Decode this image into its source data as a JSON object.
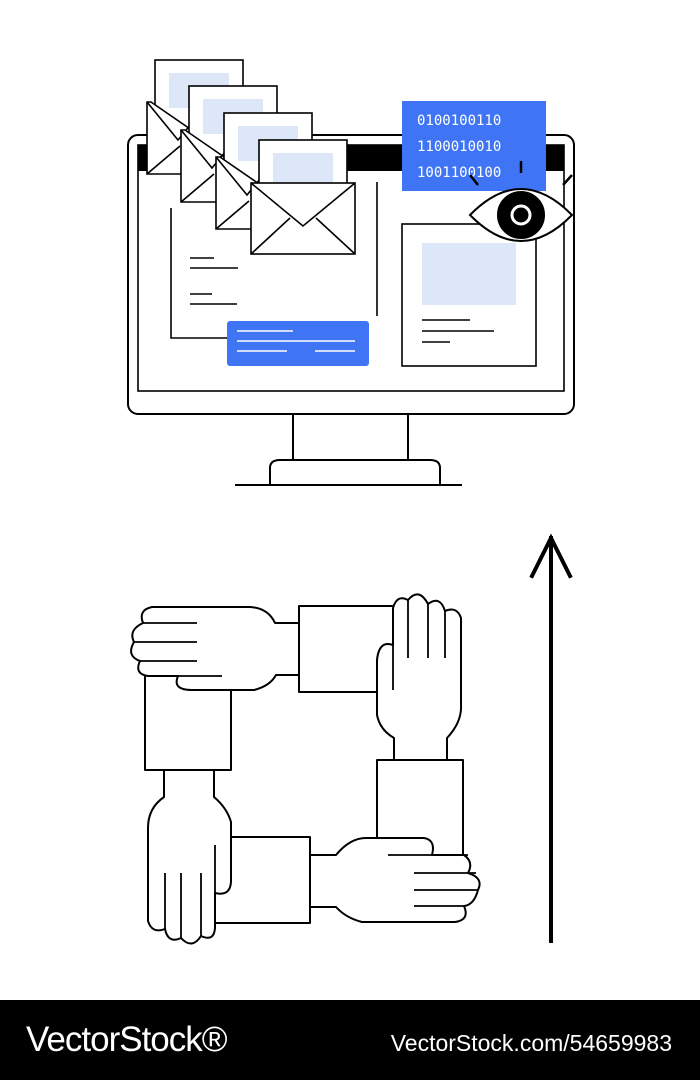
{
  "illustration": {
    "binary_lines": [
      "0100100110",
      "1100010010",
      "1001100100"
    ],
    "colors": {
      "accent_blue": "#3f75f5",
      "light_blue": "#dde7f8",
      "ink": "#000000",
      "paper": "#ffffff"
    },
    "icons": [
      "monitor-icon",
      "envelope-icon",
      "eye-icon",
      "joined-hands-icon",
      "up-arrow-icon"
    ]
  },
  "footer": {
    "brand": "VectorStock®",
    "image_url": "VectorStock.com/54659983"
  }
}
